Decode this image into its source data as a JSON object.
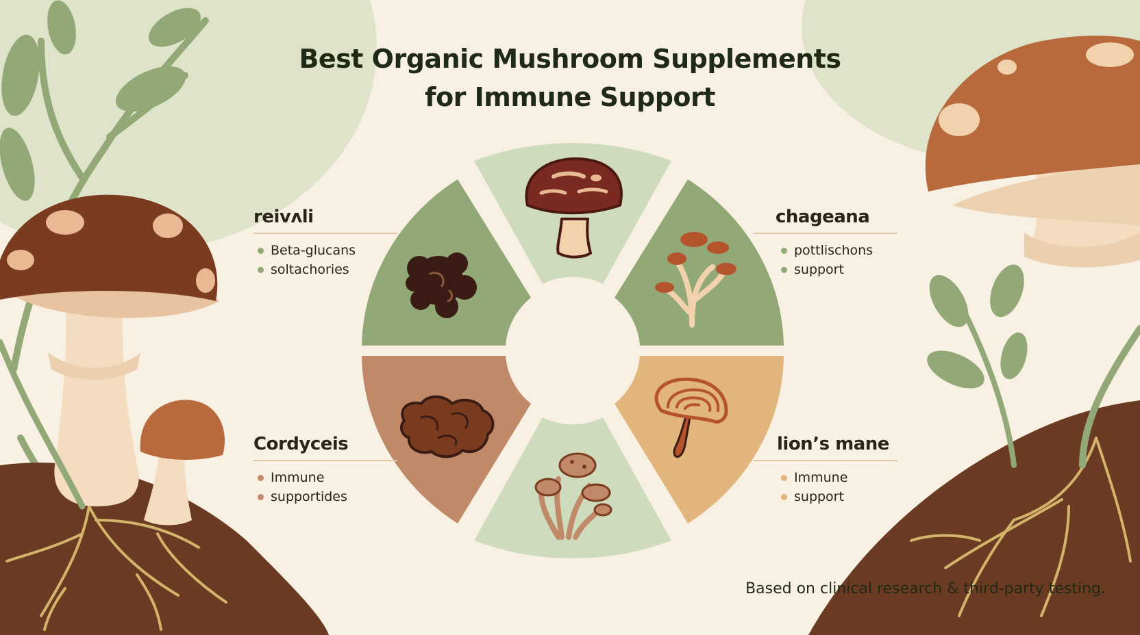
{
  "title": {
    "line1": "Best Organic Mushroom Supplements",
    "line2": "for Immune Support"
  },
  "labels": [
    {
      "name": "reivʌli",
      "bullets": [
        "Beta-glucans",
        "soltachories"
      ]
    },
    {
      "name": "chageana",
      "bullets": [
        "pottlischons",
        "support"
      ]
    },
    {
      "name": "Cordyceis",
      "bullets": [
        "Immune",
        "supportides"
      ]
    },
    {
      "name": "lion’s mane",
      "bullets": [
        "Immune",
        "support"
      ]
    }
  ],
  "footnote": "Based on clinical research & third-party testing.",
  "colors": {
    "background": "#f8f1e3",
    "sage_green": "#93a877",
    "pale_green": "#cfdbbd",
    "terracotta": "#c08a69",
    "ochre": "#e2b57d",
    "dark_brown": "#6e3a22",
    "rust": "#b5532d",
    "cream": "#f3dcc0"
  },
  "icons": [
    "chaga-icon",
    "reishi-icon",
    "maitake-icon",
    "turkey-tail-icon",
    "cordyceps-icon",
    "lions-mane-icon"
  ]
}
